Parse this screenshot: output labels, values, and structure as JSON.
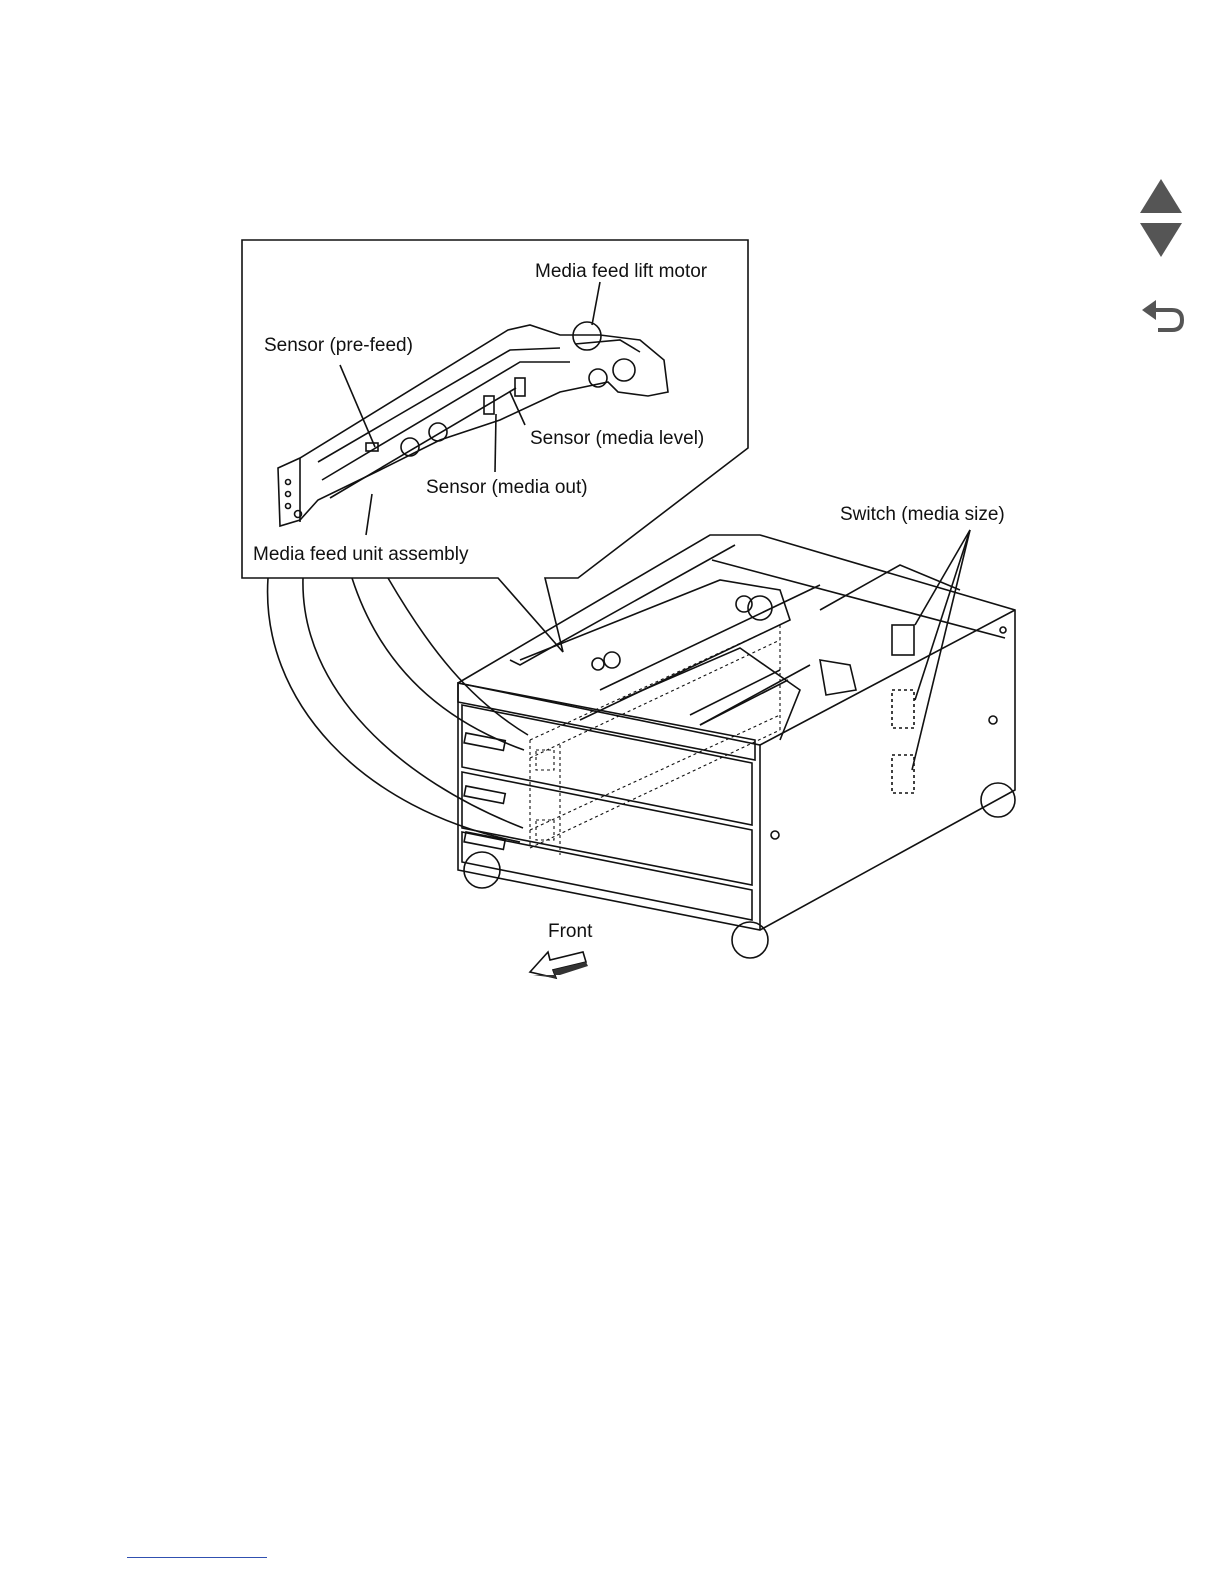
{
  "nav": {
    "prev_page": "prev-page-arrow",
    "next_page": "next-page-arrow",
    "back": "back-arrow"
  },
  "labels": {
    "lift_motor": "Media feed lift motor",
    "pre_feed": "Sensor (pre-feed)",
    "media_level": "Sensor (media level)",
    "media_out": "Sensor (media out)",
    "feed_unit": "Media feed unit assembly",
    "media_size_switch": "Switch (media size)",
    "front": "Front"
  },
  "colors": {
    "link_rule": "#3050b0"
  }
}
